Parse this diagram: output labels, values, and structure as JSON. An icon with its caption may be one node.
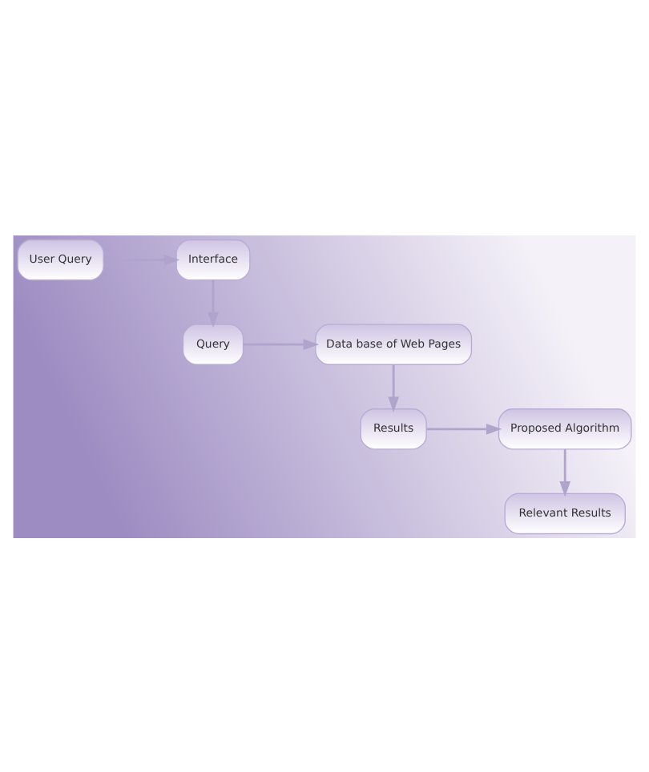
{
  "diagram": {
    "nodes": [
      {
        "text": [
          "User Query"
        ]
      },
      {
        "text": [
          "Interface"
        ]
      },
      {
        "text": [
          "Query"
        ]
      },
      {
        "text": [
          "Data base of Web Pages"
        ]
      },
      {
        "text": [
          "Results"
        ]
      },
      {
        "text": [
          "Proposed Algorithm"
        ]
      },
      {
        "text": [
          "Relevant Results"
        ]
      }
    ],
    "edges": [
      {
        "from": 0,
        "to": 1,
        "arrow": "to"
      },
      {
        "from": 1,
        "to": 2,
        "arrow": "to"
      },
      {
        "from": 2,
        "to": 3,
        "arrow": "to"
      },
      {
        "from": 3,
        "to": 4,
        "arrow": "to"
      },
      {
        "from": 4,
        "to": 5,
        "arrow": "to"
      },
      {
        "from": 5,
        "to": 6,
        "arrow": "to"
      }
    ]
  }
}
